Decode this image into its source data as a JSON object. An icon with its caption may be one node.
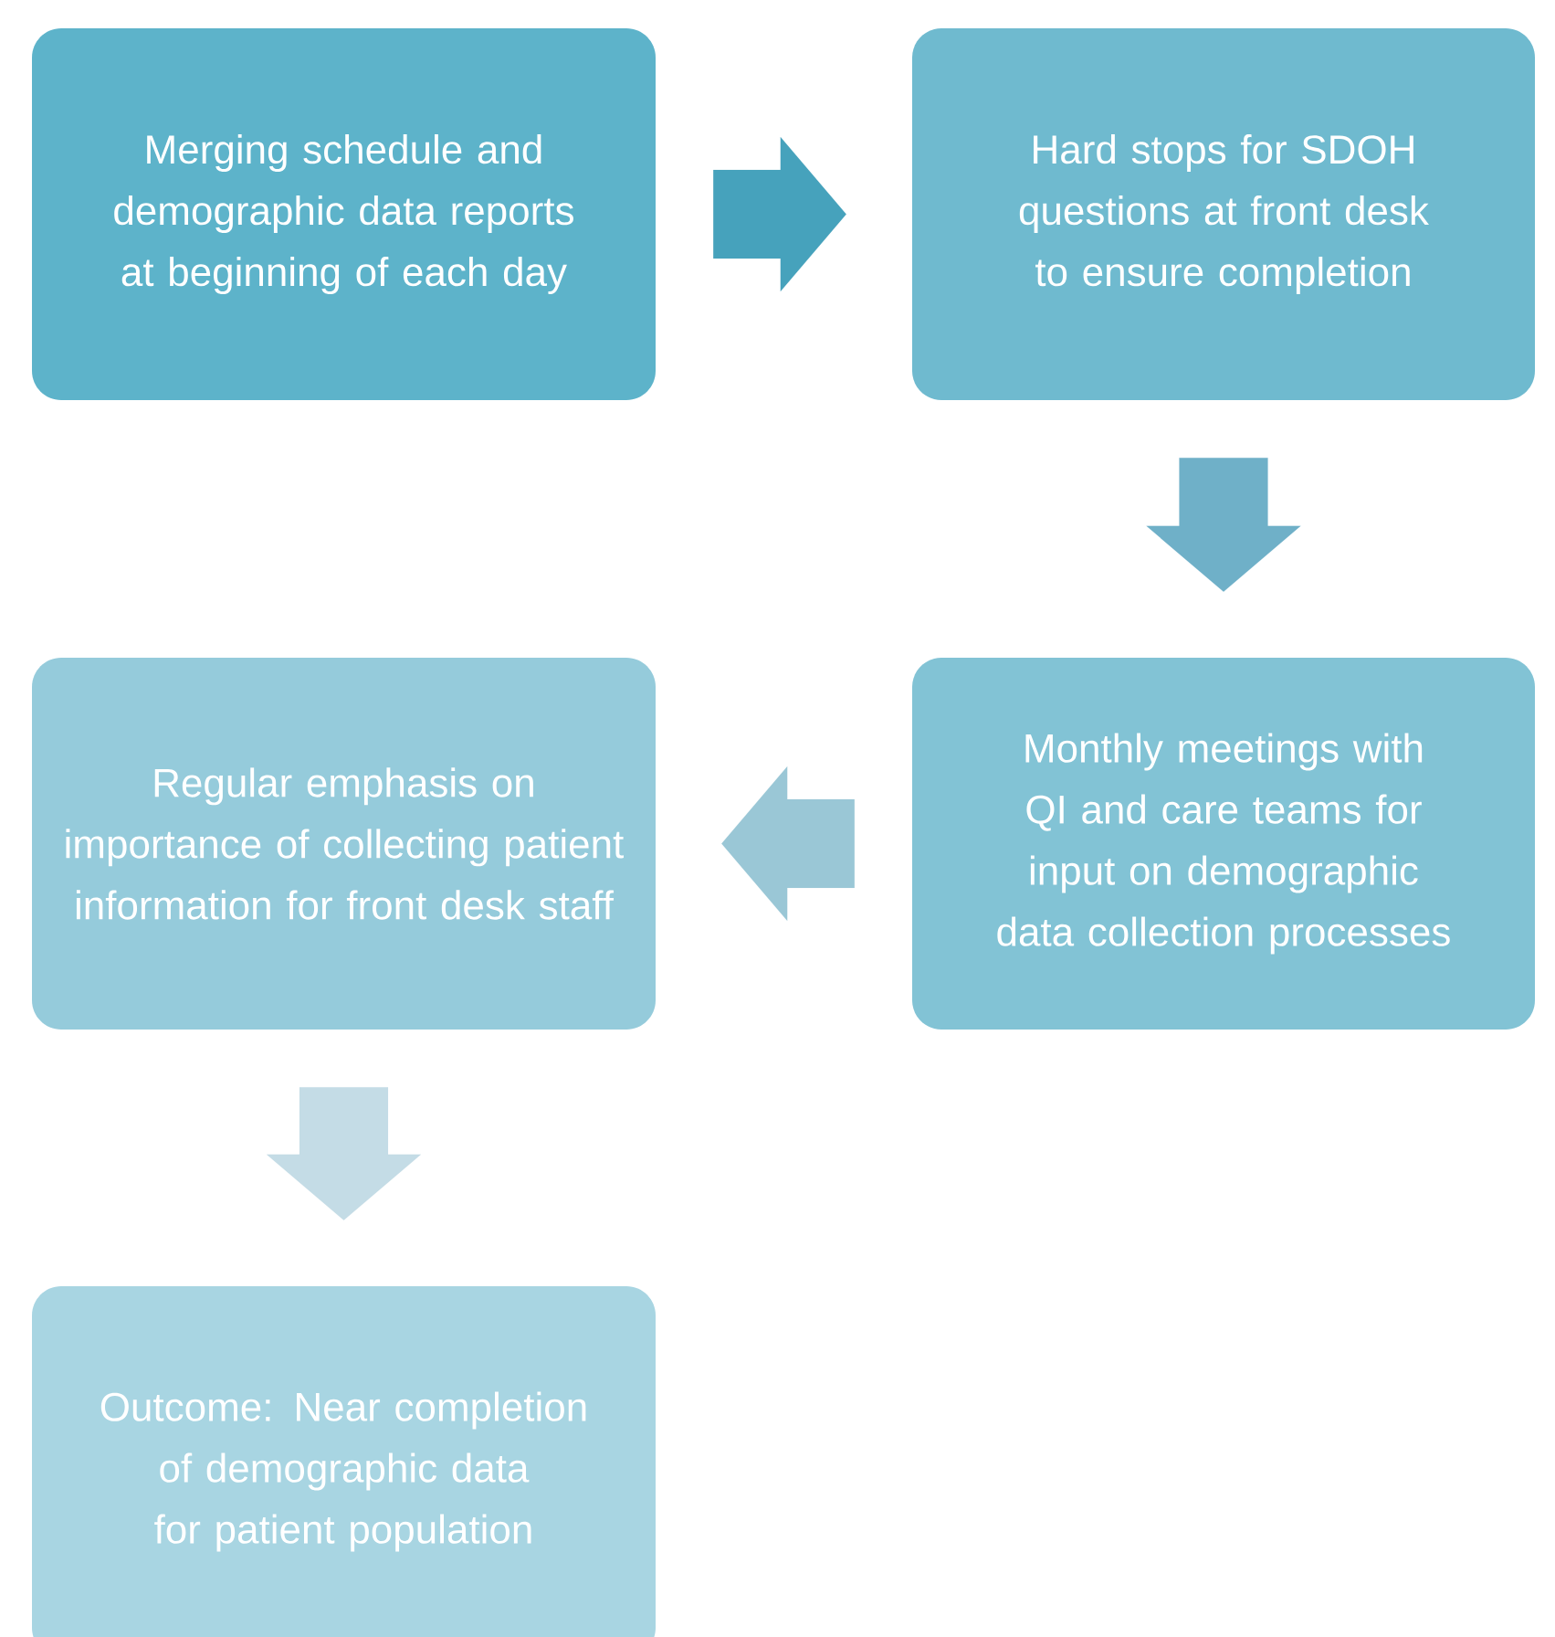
{
  "diagram": {
    "nodes": [
      {
        "text": [
          "Merging schedule and demographic data reports at beginning of each day"
        ]
      },
      {
        "text": [
          "Hard stops for SDOH questions at front desk to ensure completion"
        ]
      },
      {
        "text": [
          "Monthly meetings with QI and care teams for input on demographic data collection processes"
        ]
      },
      {
        "text": [
          "Regular emphasis on importance of collecting patient information for front desk staff"
        ]
      },
      {
        "text": [
          "Outcome: Near completion of demographic data for patient population"
        ]
      }
    ],
    "edges": [
      {
        "from": 0,
        "to": 1,
        "arrow": "to",
        "color": "#46a2bc"
      },
      {
        "from": 1,
        "to": 2,
        "arrow": "to",
        "color": "#6fb0c8"
      },
      {
        "from": 2,
        "to": 3,
        "arrow": "to",
        "color": "#9ac7d6"
      },
      {
        "from": 3,
        "to": 4,
        "arrow": "to",
        "color": "#c4dce6"
      }
    ]
  }
}
